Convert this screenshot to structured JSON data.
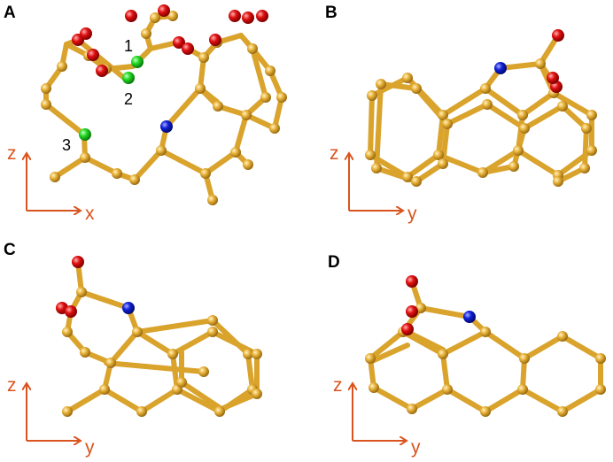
{
  "figure": {
    "colors": {
      "carbon": "#e8b23a",
      "carbon_dark": "#b27f16",
      "bond": "#d9a32c",
      "oxygen": "#e01010",
      "nitrogen": "#1020d8",
      "highlight": "#22d822",
      "axis": "#d9541e"
    },
    "panels": [
      {
        "id": "A",
        "label": "A",
        "axis_h": "x",
        "axis_v": "z",
        "atom_labels": [
          "1",
          "2",
          "3"
        ]
      },
      {
        "id": "B",
        "label": "B",
        "axis_h": "y",
        "axis_v": "z"
      },
      {
        "id": "C",
        "label": "C",
        "axis_h": "y",
        "axis_v": "z"
      },
      {
        "id": "D",
        "label": "D",
        "axis_h": "y",
        "axis_v": "z"
      }
    ]
  }
}
